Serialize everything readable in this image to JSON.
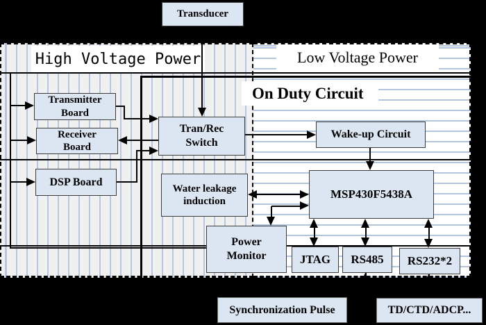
{
  "regions": {
    "high_voltage": "High Voltage Power",
    "low_voltage": "Low Voltage Power",
    "on_duty": "On Duty Circuit"
  },
  "external_blocks": {
    "transducer": "Transducer",
    "sync_pulse": "Synchronization Pulse",
    "sensors": "TD/CTD/ADCP..."
  },
  "blocks": {
    "transmitter_board": "Transmitter Board",
    "receiver_board": "Receiver Board",
    "dsp_board": "DSP Board",
    "tran_rec_switch": "Tran/Rec Switch",
    "wake_up_circuit": "Wake-up Circuit",
    "water_leakage": "Water leakage induction",
    "mcu": "MSP430F5438A",
    "power_monitor": "Power Monitor",
    "jtag": "JTAG",
    "rs485": "RS485",
    "rs232": "RS232*2"
  },
  "colors": {
    "background": "#000000",
    "block_fill": "#dce6f2",
    "hv_region_bg": "#f0f0f0",
    "lv_region_bg": "#ffffff",
    "hv_stripe": "#b6c7e2",
    "lv_stripe": "#b3c5de",
    "wire": "#000000"
  }
}
